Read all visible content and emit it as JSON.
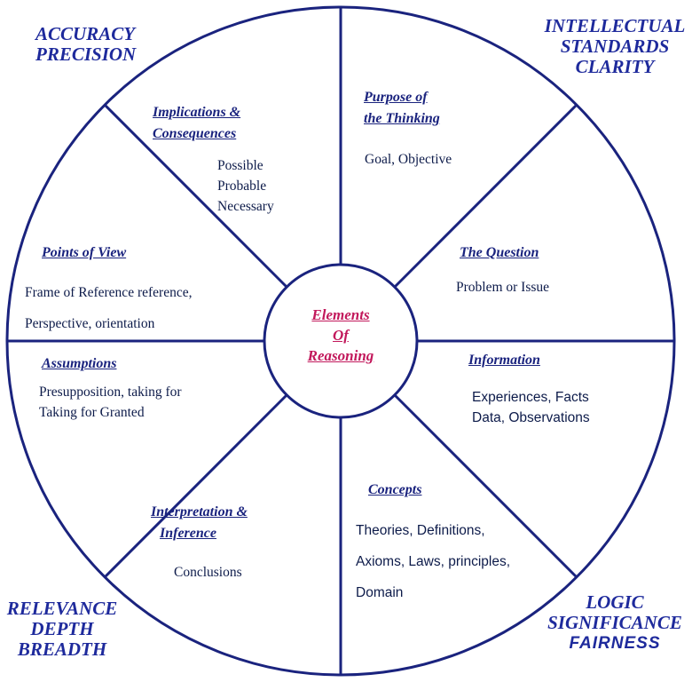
{
  "center": {
    "line1": "Elements",
    "line2": "Of",
    "line3": "Reasoning"
  },
  "corners": {
    "top_left": {
      "line1": "ACCURACY",
      "line2": "PRECISION"
    },
    "top_right": {
      "line1": "INTELLECTUAL",
      "line2": "STANDARDS",
      "line3": "CLARITY"
    },
    "bottom_left": {
      "line1": "RELEVANCE",
      "line2": "DEPTH",
      "line3": "BREADTH"
    },
    "bottom_right": {
      "line1": "LOGIC",
      "line2": "SIGNIFICANCE",
      "line3": "FAIRNESS"
    }
  },
  "segments": {
    "purpose": {
      "heading1": "Purpose of",
      "heading2": "the Thinking",
      "body1": "Goal, Objective"
    },
    "question": {
      "heading1": "The Question",
      "body1": "Problem or Issue"
    },
    "information": {
      "heading1": "Information",
      "body1": "Experiences, Facts",
      "body2": "Data, Observations"
    },
    "concepts": {
      "heading1": "Concepts",
      "body1": "Theories, Definitions,",
      "body2": "Axioms, Laws, principles,",
      "body3": "Domain"
    },
    "interpretation": {
      "heading1": "Interpretation &",
      "heading2": "Inference",
      "body1": "Conclusions"
    },
    "assumptions": {
      "heading1": "Assumptions",
      "body1": "Presupposition, taking for",
      "body2": "Taking for Granted"
    },
    "points_of_view": {
      "heading1": "Points of View",
      "body1": "Frame of Reference reference,",
      "body2": "Perspective, orientation"
    },
    "implications": {
      "heading1": "Implications &",
      "heading2": "Consequences",
      "body1": "Possible",
      "body2": "Probable",
      "body3": "Necessary"
    }
  },
  "colors": {
    "lines": "#1a237e",
    "headings": "#1a237e",
    "center_text": "#c2185b",
    "corner_text": "#1e2a9c"
  }
}
